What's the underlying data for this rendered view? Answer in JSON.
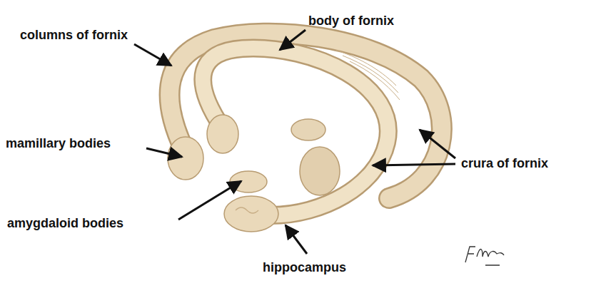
{
  "diagram": {
    "labels": [
      "columns of fornix",
      "body of fornix",
      "mamillary bodies",
      "crura of fornix",
      "amygdaloid bodies",
      "hippocampus"
    ]
  }
}
